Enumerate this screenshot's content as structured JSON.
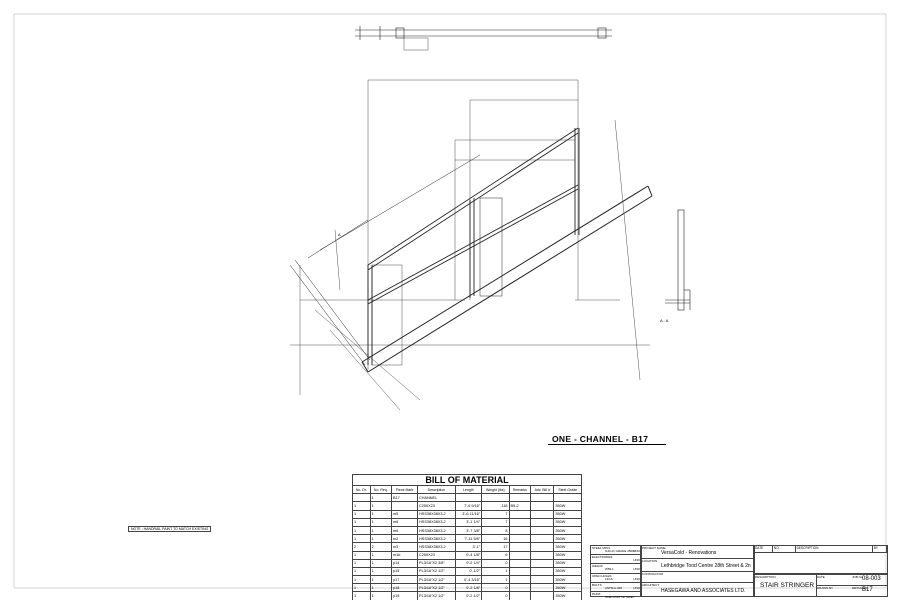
{
  "drawing_title": "ONE - CHANNEL - B17",
  "section_label": "A - A",
  "section_mark": "A",
  "note": "NOTE : HANDRAIL PAINT TO MATCH EXISTING",
  "bom": {
    "title": "BILL OF MATERIAL",
    "headers": [
      "No. Dr.",
      "No. Req.",
      "Piece Mark",
      "Description",
      "Length",
      "Weight (lbs)",
      "Remarks",
      "Adv. Bill #",
      "Steel Grade"
    ],
    "rows": [
      [
        "",
        "1",
        "B17",
        "CHANNEL",
        "",
        "",
        "",
        "",
        ""
      ],
      [
        "1",
        "1",
        "",
        "C250X23",
        "7'-6 9/16\"",
        "118",
        "B5-2",
        "",
        "350W"
      ],
      [
        "1",
        "1",
        "m5",
        "HSS38X38X3.2",
        "3'-6 11/16\"",
        "7",
        "",
        "",
        "350W"
      ],
      [
        "1",
        "1",
        "m6",
        "HSS38X38X3.2",
        "3'-1 1/4\"",
        "7",
        "",
        "",
        "350W"
      ],
      [
        "1",
        "1",
        "m6",
        "HSS38X38X3.2",
        "3'-7 3/8\"",
        "8",
        "",
        "",
        "350W"
      ],
      [
        "1",
        "1",
        "m2",
        "HSS38X38X3.2",
        "7'-11 5/8\"",
        "16",
        "",
        "",
        "350W"
      ],
      [
        "2",
        "2",
        "m3",
        "HSS38X38X3.2",
        "3'-1\"",
        "17",
        "",
        "",
        "350W"
      ],
      [
        "1",
        "1",
        "m1b",
        "C250X23",
        "0'-4 1/8\"",
        "6",
        "",
        "",
        "350W"
      ],
      [
        "1",
        "1",
        "p14",
        "PL3/16\"X2 3/8\"",
        "0'-2 1/4\"",
        "0",
        "",
        "",
        "350W"
      ],
      [
        "1",
        "1",
        "p15",
        "PL3/16\"X2 1/2\"",
        "0'-1/2\"",
        "1",
        "",
        "",
        "350W"
      ],
      [
        "1",
        "1",
        "p17",
        "PL3/16\"X2 1/2\"",
        "0'-4 3/16\"",
        "1",
        "",
        "",
        "350W"
      ],
      [
        "1",
        "1",
        "p18",
        "PL3/16\"X2 1/2\"",
        "0'-2 1/8\"",
        "0",
        "",
        "",
        "350W"
      ],
      [
        "1",
        "1",
        "p19",
        "PL3/16\"X2 1/2\"",
        "0'-2 1/2\"",
        "0",
        "",
        "",
        "350W"
      ]
    ]
  },
  "specs": [
    {
      "label": "STEEL MTRL",
      "value": "G40.21 GRADE 350W",
      "unit": "UNO"
    },
    {
      "label": "ELECTRODES",
      "value": "",
      "unit": "UNO"
    },
    {
      "label": "WELDS",
      "value": "W59.1",
      "unit": "UNO"
    },
    {
      "label": "OPEN HOLES",
      "value": "13/16",
      "unit": "UNO"
    },
    {
      "label": "BOLTS",
      "value": "ASTM A-325",
      "unit": "UNO"
    },
    {
      "label": "PAINT",
      "value": "ONE COAT OF GREY PRIMER",
      "unit": ""
    }
  ],
  "project": {
    "project_name_label": "PROJECT NAME",
    "project_name": "VersaCold - Renovations",
    "location_label": "LOCATION",
    "location": "Lethbridge Tood Centre 28th Street & 2n",
    "contractor_label": "CONTRACTOR",
    "contractor": "",
    "architect_label": "ARCHITECT",
    "architect": "HASEGAWA AND ASSOCIATES LTD."
  },
  "revisions": {
    "headers": [
      "DATE",
      "NO.",
      "DESCRIPTION",
      "BY"
    ]
  },
  "title_block": {
    "description_label": "DESCRIPTION",
    "description": "STAIR STRINGER",
    "date_label": "DATE",
    "date": "",
    "job_label": "JOB No.",
    "job": "08-003",
    "drawn_label": "DRAWN BY",
    "drawn": "",
    "detail_label": "DETAIL No.",
    "detail": "B17"
  }
}
